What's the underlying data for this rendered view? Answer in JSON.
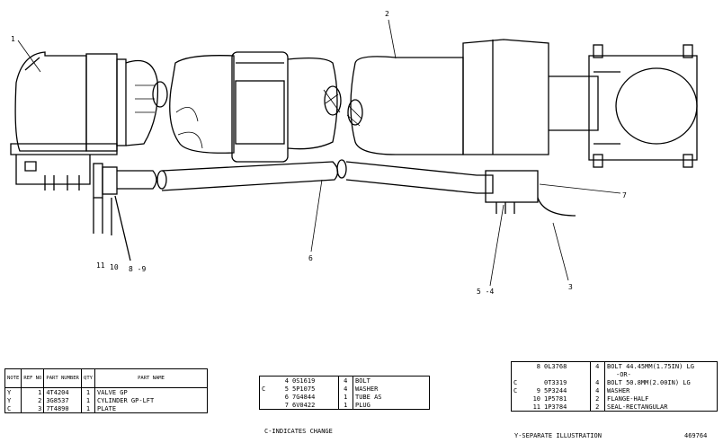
{
  "callouts": {
    "c1": "1",
    "c2": "2",
    "c3": "3",
    "c54": "5 -4",
    "c6": "6",
    "c7": "7",
    "c89": "8 -9",
    "c10": "10",
    "c11": "11"
  },
  "table1": {
    "headers": [
      "NOTE",
      "REF NO",
      "PART NUMBER",
      "QTY",
      "PART NAME"
    ],
    "rows": [
      [
        "Y",
        "1",
        "4T4204",
        "1",
        "VALVE GP"
      ],
      [
        "Y",
        "2",
        "3G8537",
        "1",
        "CYLINDER GP-LFT"
      ],
      [
        "C",
        "3",
        "7T4890",
        "1",
        "PLATE"
      ]
    ]
  },
  "table2": {
    "rows": [
      [
        "",
        "4",
        "0S1619",
        "4",
        "BOLT"
      ],
      [
        "C",
        "5",
        "5P1075",
        "4",
        "WASHER"
      ],
      [
        "",
        "6",
        "7G4844",
        "1",
        "TUBE AS"
      ],
      [
        "",
        "7",
        "6V0422",
        "1",
        "PLUG"
      ]
    ]
  },
  "table3": {
    "rows": [
      [
        "",
        "8",
        "0L3768",
        "4",
        "BOLT 44.45MM(1.75IN) LG"
      ],
      [
        "",
        "",
        "",
        "",
        "-OR-"
      ],
      [
        "C",
        "",
        "0T3319",
        "4",
        "BOLT 50.8MM(2.00IN) LG"
      ],
      [
        "C",
        "9",
        "5P3244",
        "4",
        "WASHER"
      ],
      [
        "",
        "10",
        "1P5781",
        "2",
        "FLANGE-HALF"
      ],
      [
        "",
        "11",
        "1P3784",
        "2",
        "SEAL-RECTANGULAR"
      ]
    ]
  },
  "legend": {
    "change": "C-INDICATES CHANGE",
    "separate": "Y-SEPARATE ILLUSTRATION"
  },
  "figure_number": "469764"
}
